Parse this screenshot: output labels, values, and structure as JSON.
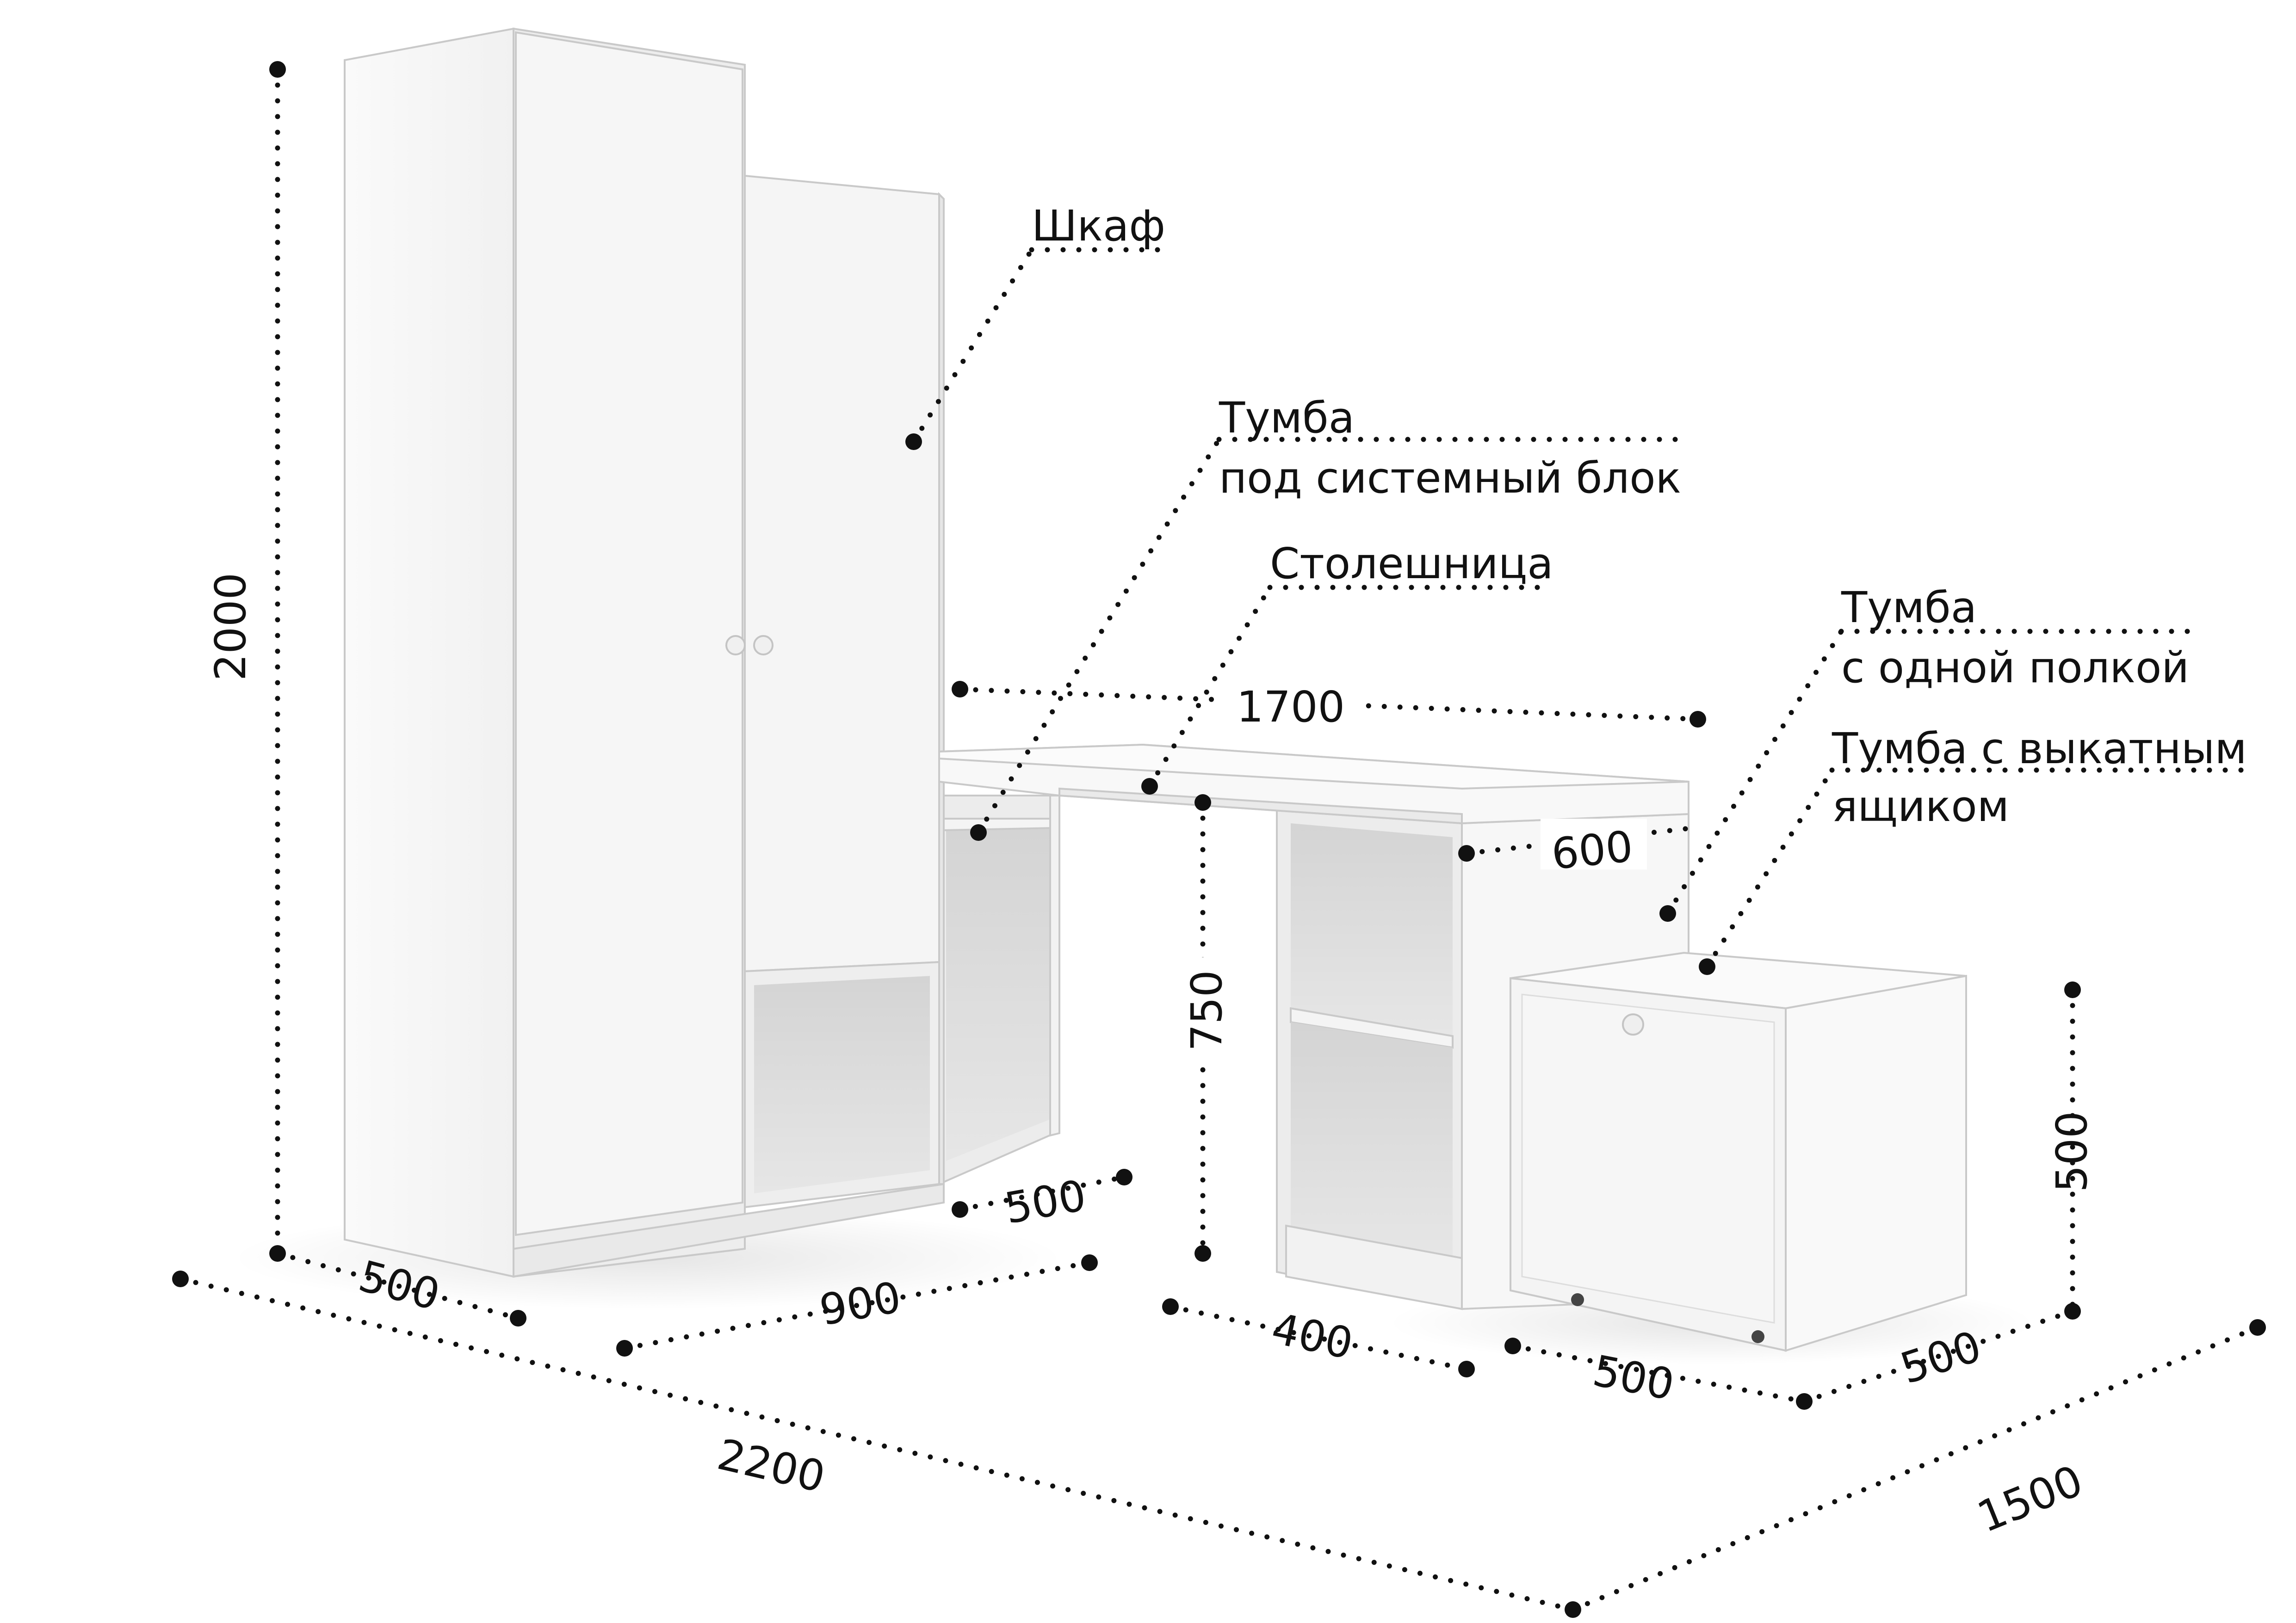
{
  "labels": {
    "wardrobe": "Шкаф",
    "pc_cabinet_line1": "Тумба",
    "pc_cabinet_line2": "под системный блок",
    "tabletop": "Столешница",
    "shelf_cabinet_line1": "Тумба",
    "shelf_cabinet_line2": "с одной полкой",
    "drawer_cabinet_line1": "Тумба с выкатным",
    "drawer_cabinet_line2": "ящиком"
  },
  "dimensions": {
    "wardrobe_height": "2000",
    "wardrobe_depth": "500",
    "wardrobe_width": "900",
    "pc_cabinet_depth": "500",
    "tabletop_length": "1700",
    "tabletop_depth": "600",
    "desk_height": "750",
    "shelf_cabinet_width": "400",
    "drawer_cabinet_width": "500",
    "drawer_cabinet_depth": "500",
    "drawer_cabinet_height": "500",
    "total_length": "2200",
    "total_depth": "1500"
  },
  "colors": {
    "furniture_front": "#f7f7f7",
    "furniture_side": "#ededed",
    "furniture_inner": "#dcdcdc",
    "annotation": "#111111"
  }
}
